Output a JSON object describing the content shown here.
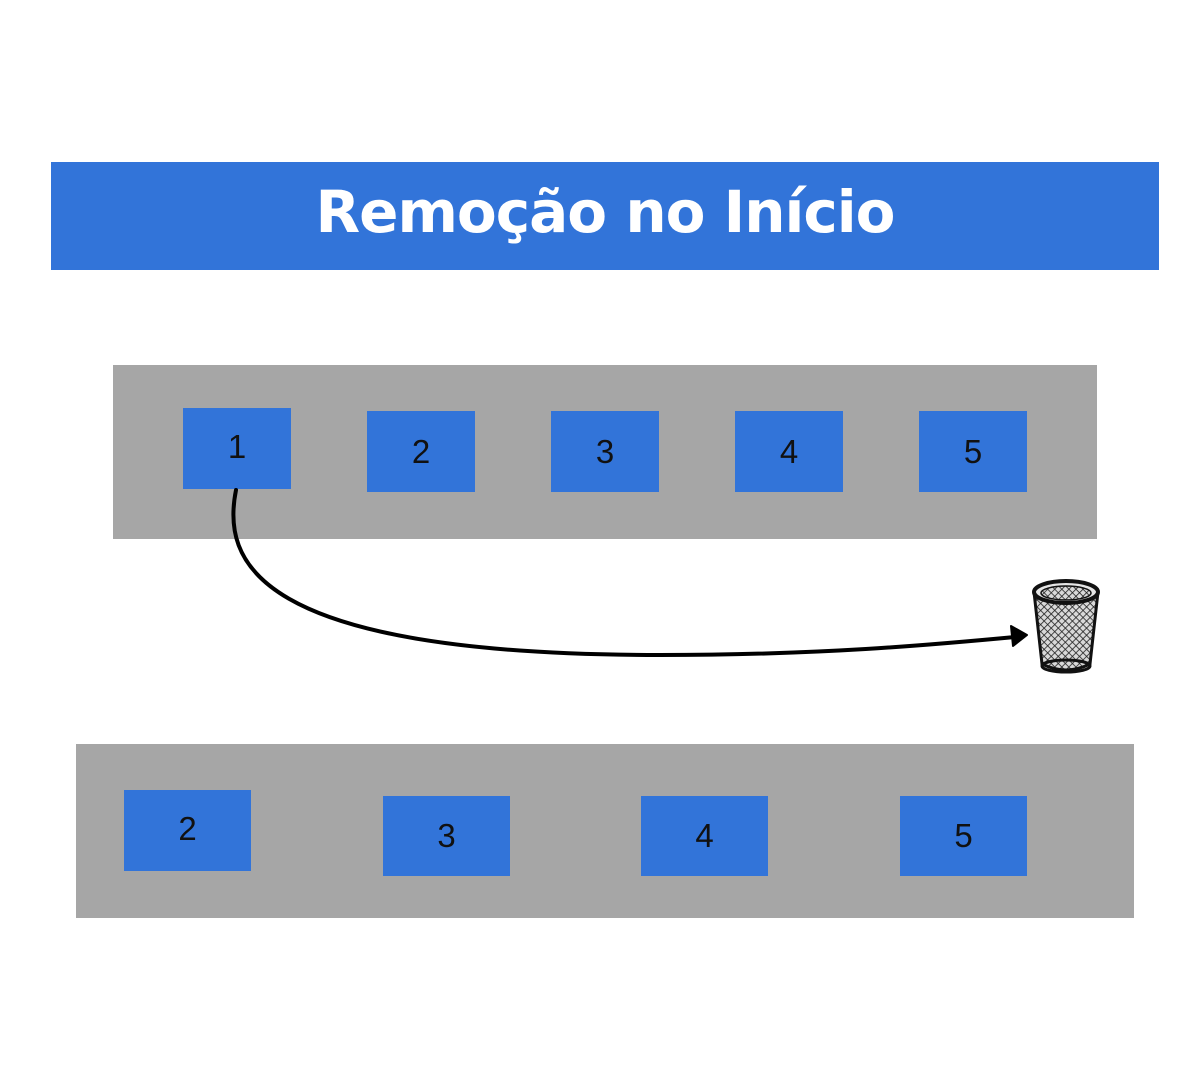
{
  "title": "Remoção no Início",
  "colors": {
    "accent": "#3274d9",
    "panel": "#a6a6a6",
    "arrow": "#000000"
  },
  "before": {
    "nodes": [
      "1",
      "2",
      "3",
      "4",
      "5"
    ]
  },
  "after": {
    "nodes": [
      "2",
      "3",
      "4",
      "5"
    ]
  },
  "icons": {
    "trash": "trash-bin-icon",
    "arrow": "curved-arrow"
  }
}
